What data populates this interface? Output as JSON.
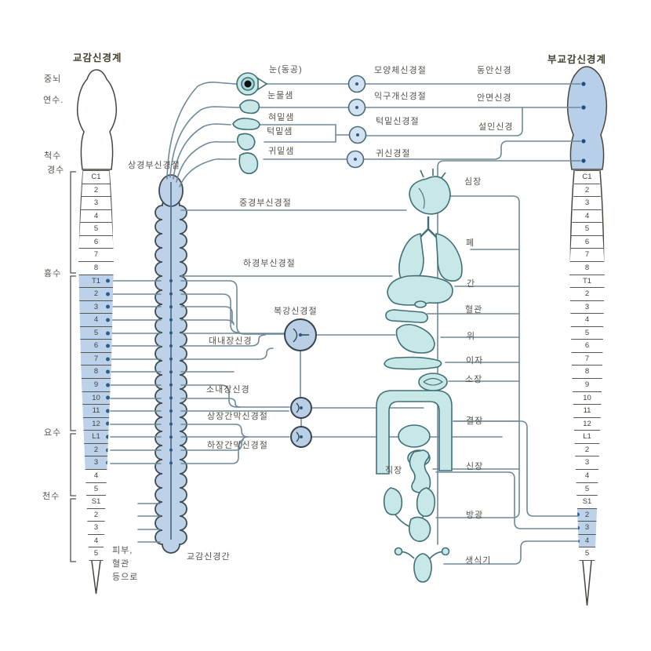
{
  "titles": {
    "left": "교감신경계",
    "right": "부교감신경계"
  },
  "cns": {
    "midbrain": "중뇌",
    "medulla": "연수.",
    "spinal_cord": "척수",
    "cervical": "경수",
    "thoracic": "흉수",
    "lumbar": "요수",
    "sacral": "천수"
  },
  "footnote": {
    "line1": "피부,",
    "line2": "혈관",
    "line3": "등으로"
  },
  "sympathetic": {
    "superior_cervical_ganglion": "상경부신경절",
    "middle_cervical_ganglion": "중경부신경절",
    "inferior_cervical_ganglion": "하경부신경절",
    "celiac_ganglion": "복강신경절",
    "greater_splanchnic_nerve": "대내장신경",
    "lesser_splanchnic_nerve": "소내장신경",
    "superior_mesenteric_ganglion": "상장간막신경절",
    "inferior_mesenteric_ganglion": "하장간막신경절",
    "sympathetic_trunk": "교감신경간"
  },
  "cranial_ganglia": {
    "ciliary": "모양체신경절",
    "pterygopalatine": "익구개신경절",
    "submandibular": "턱밑신경절",
    "otic": "귀신경절"
  },
  "cranial_nerves": {
    "oculomotor": "동안신경",
    "facial": "안면신경",
    "glossopharyngeal": "설인신경"
  },
  "organs": {
    "eye": "눈(동공)",
    "lacrimal_gland": "눈물샘",
    "sublingual_gland": "혀밑샘",
    "submandibular_gland": "턱밑샘",
    "parotid_gland": "귀밑샘",
    "heart": "심장",
    "lung": "폐",
    "liver": "간",
    "blood_vessel": "혈관",
    "stomach": "위",
    "pancreas": "이자",
    "small_intestine": "소장",
    "colon": "결장",
    "kidney": "신장",
    "rectum": "직장",
    "bladder": "방광",
    "genitals": "생식기"
  },
  "left_segments": [
    {
      "label": "C1"
    },
    {
      "label": "2"
    },
    {
      "label": "3"
    },
    {
      "label": "4"
    },
    {
      "label": "5"
    },
    {
      "label": "6"
    },
    {
      "label": "7"
    },
    {
      "label": "8"
    },
    {
      "label": "T1",
      "shaded": true
    },
    {
      "label": "2",
      "shaded": true
    },
    {
      "label": "3",
      "shaded": true
    },
    {
      "label": "4",
      "shaded": true
    },
    {
      "label": "5",
      "shaded": true
    },
    {
      "label": "6",
      "shaded": true
    },
    {
      "label": "7",
      "shaded": true
    },
    {
      "label": "8",
      "shaded": true
    },
    {
      "label": "9",
      "shaded": true
    },
    {
      "label": "10",
      "shaded": true
    },
    {
      "label": "11",
      "shaded": true
    },
    {
      "label": "12",
      "shaded": true
    },
    {
      "label": "L1",
      "shaded": true
    },
    {
      "label": "2",
      "shaded": true
    },
    {
      "label": "3",
      "shaded": true
    },
    {
      "label": "4"
    },
    {
      "label": "5"
    },
    {
      "label": "S1"
    },
    {
      "label": "2"
    },
    {
      "label": "3"
    },
    {
      "label": "4"
    },
    {
      "label": "5"
    }
  ],
  "right_segments": [
    {
      "label": "C1"
    },
    {
      "label": "2"
    },
    {
      "label": "3"
    },
    {
      "label": "4"
    },
    {
      "label": "5"
    },
    {
      "label": "6"
    },
    {
      "label": "7"
    },
    {
      "label": "8"
    },
    {
      "label": "T1"
    },
    {
      "label": "2"
    },
    {
      "label": "3"
    },
    {
      "label": "4"
    },
    {
      "label": "5"
    },
    {
      "label": "6"
    },
    {
      "label": "7"
    },
    {
      "label": "8"
    },
    {
      "label": "9"
    },
    {
      "label": "10"
    },
    {
      "label": "11"
    },
    {
      "label": "12"
    },
    {
      "label": "L1"
    },
    {
      "label": "2"
    },
    {
      "label": "3"
    },
    {
      "label": "4"
    },
    {
      "label": "5"
    },
    {
      "label": "S1"
    },
    {
      "label": "2",
      "shaded": true
    },
    {
      "label": "3",
      "shaded": true
    },
    {
      "label": "4",
      "shaded": true
    },
    {
      "label": "5"
    }
  ],
  "colors": {
    "shade_blue": "#bcd2ea",
    "organ_teal": "#c8e8e7",
    "line_gray_blue": "#6e8a98",
    "dot_blue": "#2a5e88"
  }
}
